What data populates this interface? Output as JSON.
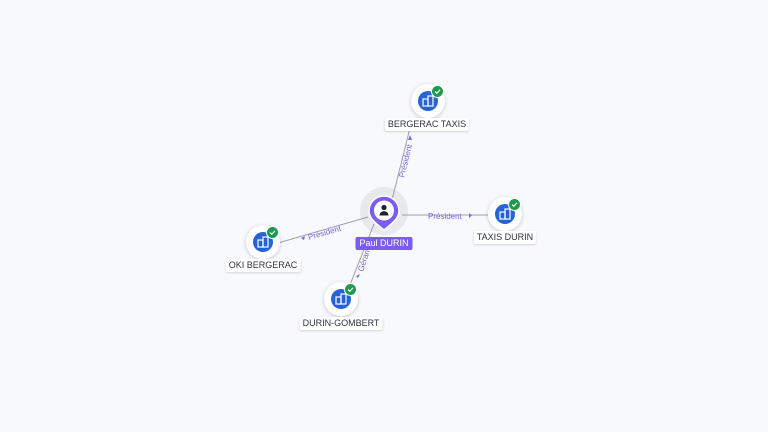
{
  "person": {
    "name": "Paul DURIN"
  },
  "companies": [
    {
      "name": "BERGERAC TAXIS"
    },
    {
      "name": "TAXIS DURIN"
    },
    {
      "name": "OKI BERGERAC"
    },
    {
      "name": "DURIN-GOMBERT"
    }
  ],
  "edges": [
    {
      "label": "Président"
    },
    {
      "label": "Président"
    },
    {
      "label": "Président"
    },
    {
      "label": "Gérant"
    }
  ],
  "colors": {
    "person_accent": "#7b5cf0",
    "company_icon": "#2563d6",
    "verified_badge": "#1e9a4e",
    "edge_label": "#7a68d8"
  },
  "icons": {
    "person": "user-icon",
    "company": "building-icon",
    "verified": "check-badge-icon"
  }
}
